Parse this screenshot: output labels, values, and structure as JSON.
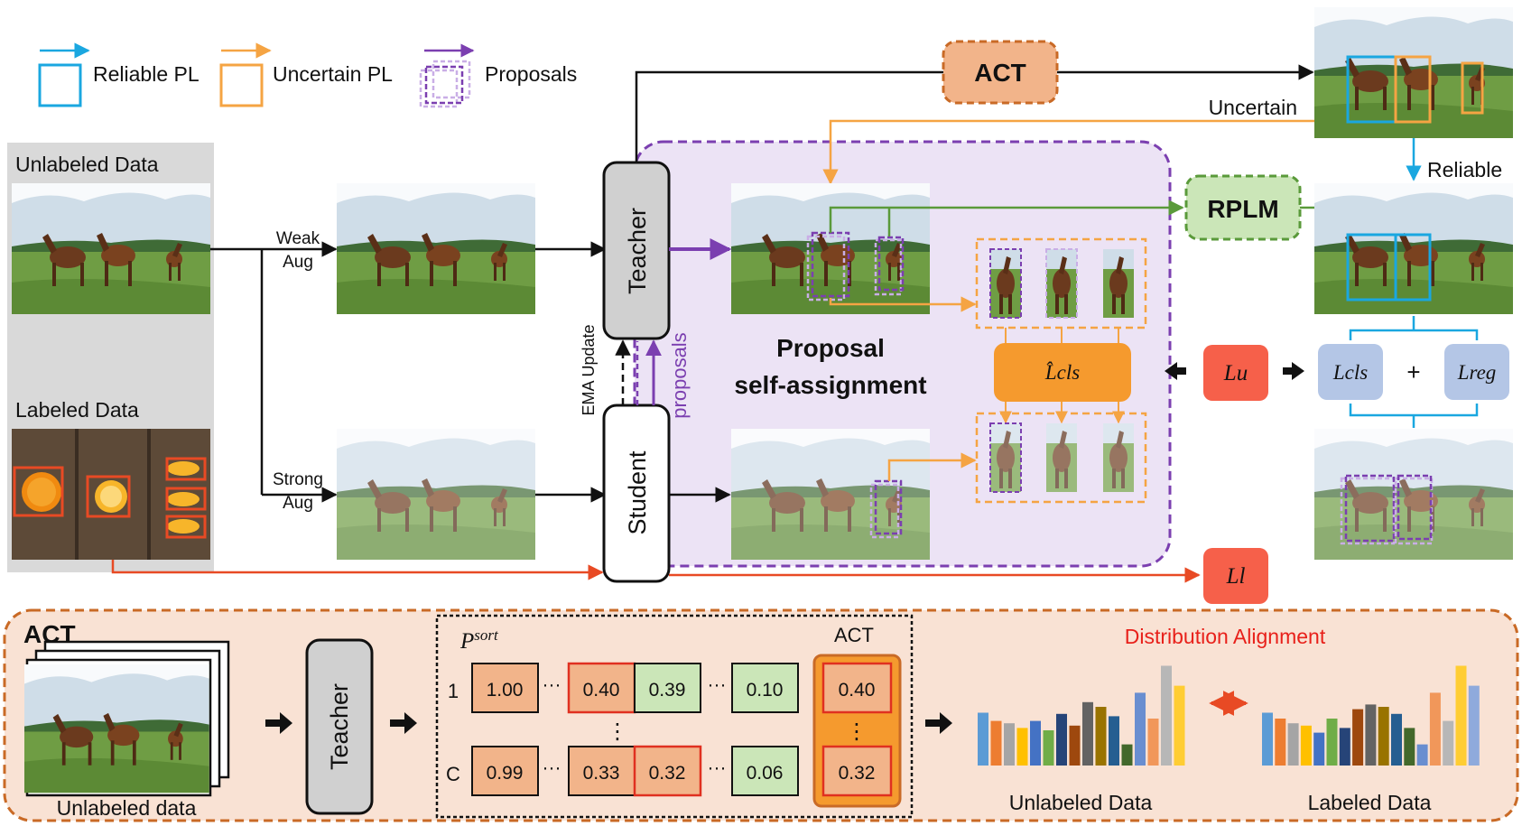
{
  "legend": {
    "reliable": "Reliable PL",
    "uncertain": "Uncertain PL",
    "proposals": "Proposals"
  },
  "colors": {
    "reliable": "#1aa7e0",
    "uncertain": "#f5a443",
    "proposals": "#7b3fb0",
    "labeled": "#e84a24",
    "act_fill": "#f2b48a",
    "rplm_fill": "#cbe6b8",
    "loss_fill": "#f6604a",
    "loss_sup_fill": "#b4c6e6",
    "purple_region": "#ece3f5",
    "act_panel": "#f9e2d4"
  },
  "top": {
    "unlabeled_data": "Unlabeled Data",
    "labeled_data": "Labeled Data",
    "weak_aug": [
      "Weak",
      "Aug"
    ],
    "strong_aug": [
      "Strong",
      "Aug"
    ],
    "teacher": "Teacher",
    "student": "Student",
    "ema_update": "EMA Update",
    "proposals": "proposals",
    "act": "ACT",
    "rplm": "RPLM",
    "uncertain": "Uncertain",
    "reliable": "Reliable",
    "proposal_self_assignment": [
      "Proposal",
      "self-assignment"
    ]
  },
  "losses": {
    "l_cls_hat": "L̂cls",
    "l_u": "Lu",
    "l_l": "Ll",
    "l_cls": "Lcls",
    "plus": "+",
    "l_reg": "Lreg"
  },
  "act_panel": {
    "title": "ACT",
    "input_caption": "Unlabeled data",
    "teacher": "Teacher",
    "p_sort": "P",
    "p_sort_sup": "sort",
    "act_col_title": "ACT",
    "row1_label": "1",
    "rowC_label": "C",
    "row1": [
      "1.00",
      "0.40",
      "0.39",
      "0.10"
    ],
    "rowC": [
      "0.99",
      "0.33",
      "0.32",
      "0.06"
    ],
    "act_values": [
      "0.40",
      "0.32"
    ],
    "ellipsis": "···",
    "vdots": "⋮",
    "distribution_alignment": "Distribution Alignment",
    "unlabeled_data": "Unlabeled Data",
    "labeled_data": "Labeled Data",
    "hist_unlabeled": [
      0.45,
      0.38,
      0.36,
      0.32,
      0.38,
      0.3,
      0.44,
      0.34,
      0.54,
      0.5,
      0.42,
      0.18,
      0.62,
      0.4,
      0.85,
      0.68
    ],
    "hist_labeled": [
      0.45,
      0.4,
      0.36,
      0.34,
      0.28,
      0.4,
      0.32,
      0.48,
      0.52,
      0.5,
      0.44,
      0.32,
      0.18,
      0.62,
      0.38,
      0.85,
      0.68
    ],
    "hist_colors": [
      "#5b9bd5",
      "#ed7d31",
      "#a5a5a5",
      "#ffc000",
      "#4472c4",
      "#70ad47",
      "#264478",
      "#9e480e",
      "#636363",
      "#997300",
      "#255e91",
      "#43682b",
      "#698ed0",
      "#f1975a",
      "#b7b7b7",
      "#ffcd33",
      "#8faadc"
    ]
  }
}
